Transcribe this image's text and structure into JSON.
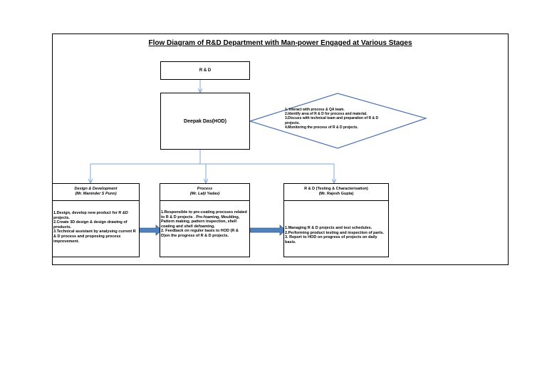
{
  "title": "Flow Diagram of R&D Department with Man-power Engaged at Various Stages",
  "nodes": {
    "rd": "R & D",
    "hod": "Deepak Das(HOD)",
    "diamond_lines": [
      "1. Interact with process & QA team.",
      "2.Identify area of R & D for process and material.",
      "3.Discuss with technical team and preparation of R & D projects.",
      "4.Monitoring the process of R & D projects."
    ]
  },
  "columns": [
    {
      "head_line1": "Design & Development",
      "head_line2": "(Mr. Maninder S Punn)",
      "body": [
        "1.Design, develop new product for R &D projects.",
        "2.Create 3D design & design drawing of products.",
        "3.Technical assistant by analysing current R & D process and proposing process improvement."
      ]
    },
    {
      "head_line1": "Process",
      "head_line2": "(Mr. Lalji Yadav)",
      "body": [
        "1.Responsible to pre-coating procsses related to R & D projects . Pre-foaming, Moulding, Pattern making, pattern inspection, shell coating and shell defoaming.",
        "2. Feedback on reguler basis to HOD (R & D)on the progress of R & D projects."
      ]
    },
    {
      "head_line1": "R & D (Testing & Characterisation)",
      "head_line2": "(Mr. Rajesh Gupta)",
      "body": [
        "1.Managing R & D projects and test schedules.",
        "2.Performing product testing and inspection  of parts.",
        "3. Report to HOD on progress of projects on daily basis."
      ]
    }
  ]
}
